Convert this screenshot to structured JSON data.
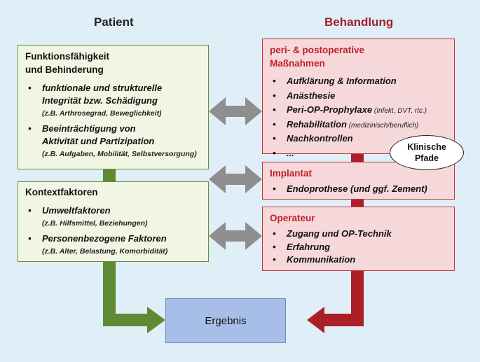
{
  "columns": {
    "patient": "Patient",
    "behandlung": "Behandlung"
  },
  "patient": {
    "funktion": {
      "title_line1": "Funktionsfähigkeit",
      "title_line2": "und Behinderung",
      "items": [
        {
          "line1": "funktionale und strukturelle",
          "line2": "Integrität bzw. Schädigung",
          "sub": "(z.B. Arthrosegrad, Beweglichkeit)"
        },
        {
          "line1": "Beeinträchtigung von",
          "line2": "Aktivität und Partizipation",
          "sub": "(z.B. Aufgaben, Mobilität, Selbstversorgung)"
        }
      ]
    },
    "kontext": {
      "title": "Kontextfaktoren",
      "items": [
        {
          "line1": "Umweltfaktoren",
          "sub": "(z.B. Hilfsmittel, Beziehungen)"
        },
        {
          "line1": "Personenbezogene Faktoren",
          "sub": "(z.B. Alter, Belastung, Komorbidität)"
        }
      ]
    }
  },
  "behandlung": {
    "periop": {
      "title_line1": "peri- & postoperative",
      "title_line2": "Maßnahmen",
      "items": [
        {
          "text": "Aufklärung & Information",
          "note": ""
        },
        {
          "text": "Anästhesie",
          "note": ""
        },
        {
          "text": "Peri-OP-Prophylaxe",
          "note": " (Infekt, DVT, rtc.)"
        },
        {
          "text": "Rehabilitation",
          "note": " (medizinisch/beruflich)"
        },
        {
          "text": "Nachkontrollen",
          "note": ""
        },
        {
          "text": "...",
          "note": ""
        }
      ]
    },
    "implantat": {
      "title": "Implantat",
      "items": [
        {
          "text": "Endoprothese (und ggf. Zement)"
        }
      ]
    },
    "operateur": {
      "title": "Operateur",
      "items": [
        {
          "text": "Zugang und OP-Technik"
        },
        {
          "text": "Erfahrung"
        },
        {
          "text": "Kommunikation"
        }
      ]
    }
  },
  "klinische_pfade": {
    "line1": "Klinische",
    "line2": "Pfade"
  },
  "ergebnis": "Ergebnis",
  "bullet": "•",
  "colors": {
    "green_arrow": "#5f8a35",
    "red_arrow": "#ad1f27",
    "gray_arrow": "#8e8e8e"
  }
}
